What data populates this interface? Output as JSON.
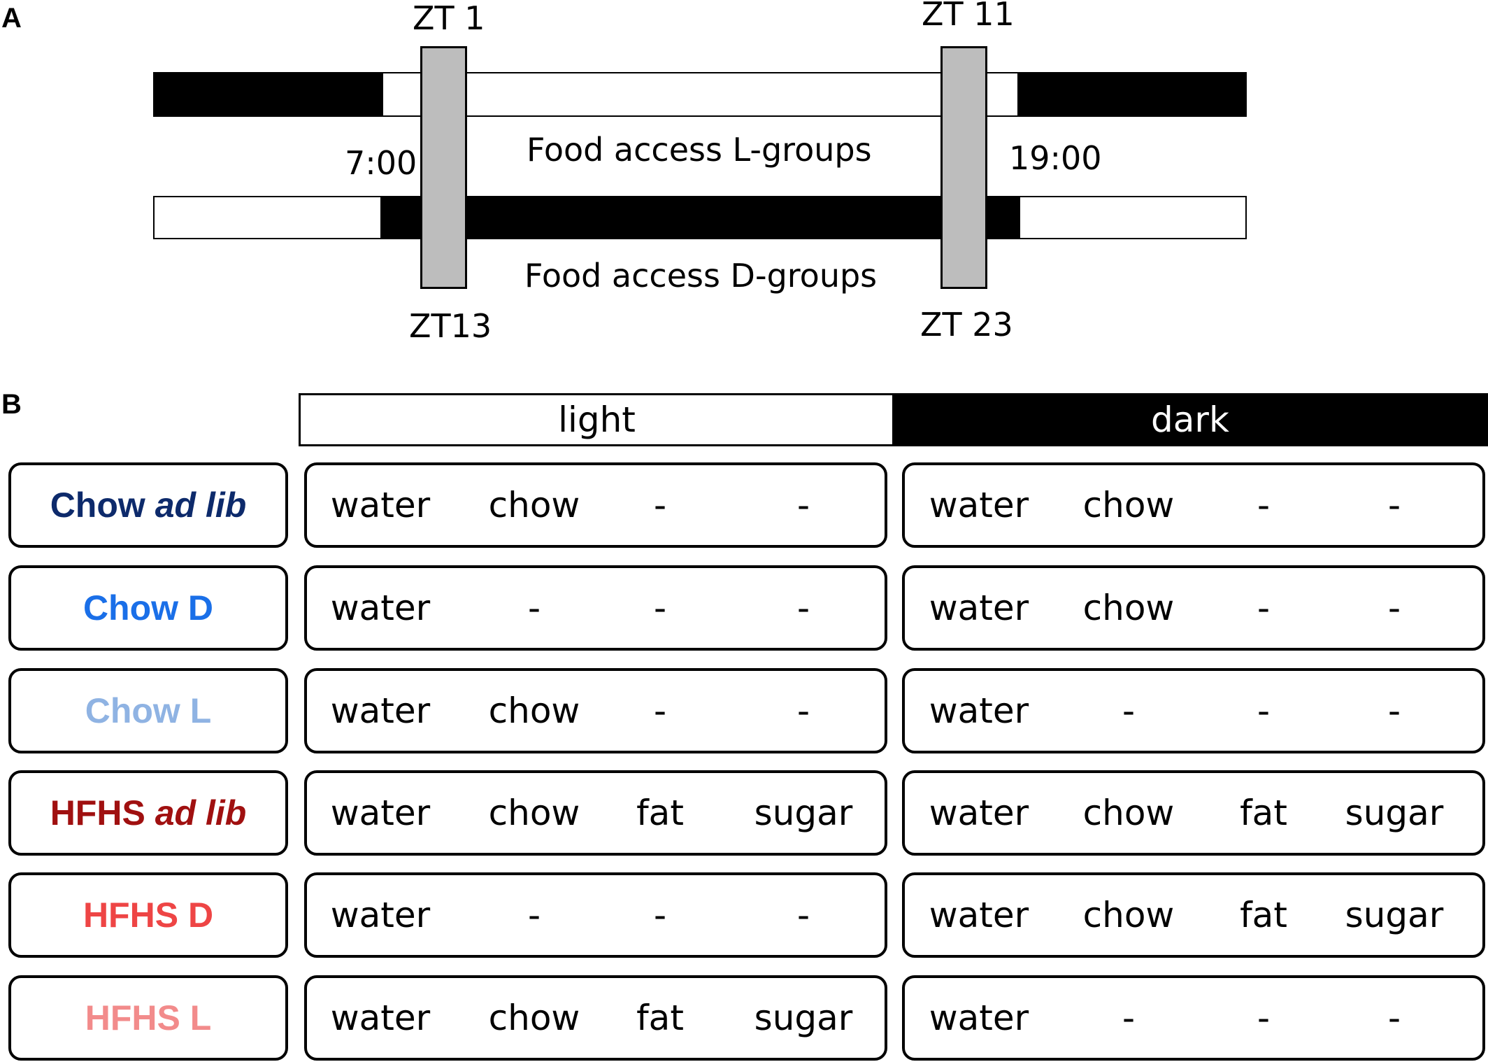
{
  "panel_a": {
    "letter": "A",
    "zt_labels": {
      "zt1": "ZT 1",
      "zt11": "ZT 11",
      "zt13": "ZT13",
      "zt23": "ZT 23"
    },
    "time_labels": {
      "start": "7:00",
      "end": "19:00"
    },
    "food_access_l": "Food access L-groups",
    "food_access_d": "Food access D-groups"
  },
  "panel_b": {
    "letter": "B",
    "header": {
      "light": "light",
      "dark": "dark"
    },
    "groups": [
      {
        "name": "Chow",
        "name_italic": "ad lib",
        "color": "#0d2a6b",
        "light": [
          "water",
          "chow",
          "-",
          "-"
        ],
        "dark": [
          "water",
          "chow",
          "-",
          "-"
        ]
      },
      {
        "name": "Chow D",
        "name_italic": "",
        "color": "#1a6fe8",
        "light": [
          "water",
          "-",
          "-",
          "-"
        ],
        "dark": [
          "water",
          "chow",
          "-",
          "-"
        ]
      },
      {
        "name": "Chow L",
        "name_italic": "",
        "color": "#8fb3e3",
        "light": [
          "water",
          "chow",
          "-",
          "-"
        ],
        "dark": [
          "water",
          "-",
          "-",
          "-"
        ]
      },
      {
        "name": "HFHS",
        "name_italic": "ad lib",
        "color": "#a01010",
        "light": [
          "water",
          "chow",
          "fat",
          "sugar"
        ],
        "dark": [
          "water",
          "chow",
          "fat",
          "sugar"
        ]
      },
      {
        "name": "HFHS D",
        "name_italic": "",
        "color": "#ee4545",
        "light": [
          "water",
          "-",
          "-",
          "-"
        ],
        "dark": [
          "water",
          "chow",
          "fat",
          "sugar"
        ]
      },
      {
        "name": "HFHS L",
        "name_italic": "",
        "color": "#f28b8b",
        "light": [
          "water",
          "chow",
          "fat",
          "sugar"
        ],
        "dark": [
          "water",
          "-",
          "-",
          "-"
        ]
      }
    ]
  }
}
